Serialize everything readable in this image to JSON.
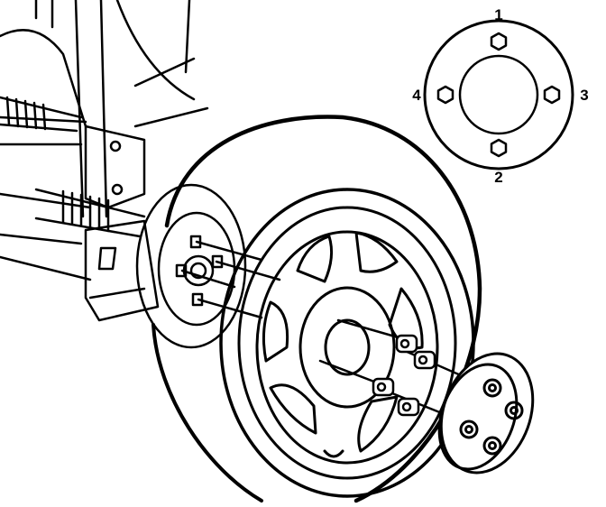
{
  "pattern": {
    "labels": [
      {
        "id": "1",
        "text": "1"
      },
      {
        "id": "2",
        "text": "2"
      },
      {
        "id": "3",
        "text": "3"
      },
      {
        "id": "4",
        "text": "4"
      }
    ]
  },
  "colors": {
    "ink": "#000000",
    "paper": "#ffffff"
  }
}
